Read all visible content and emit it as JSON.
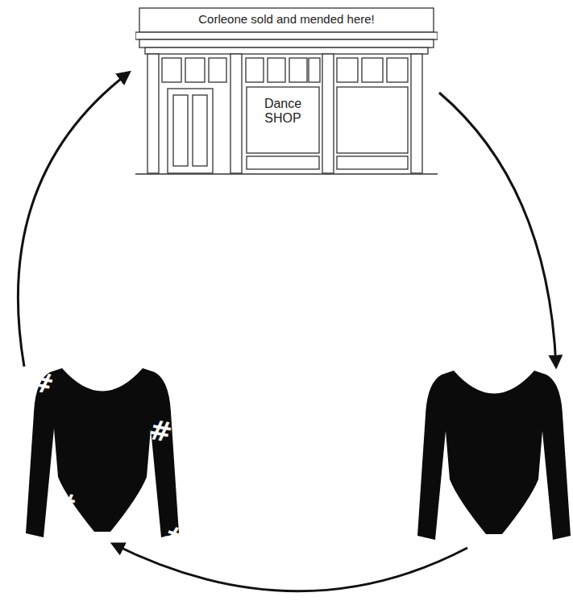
{
  "diagram": {
    "nodes": [
      {
        "text": [
          "Corleone sold and mended here!",
          "Dance SHOP"
        ]
      }
    ],
    "labels": [
      "#",
      "#",
      "#",
      "#"
    ]
  }
}
